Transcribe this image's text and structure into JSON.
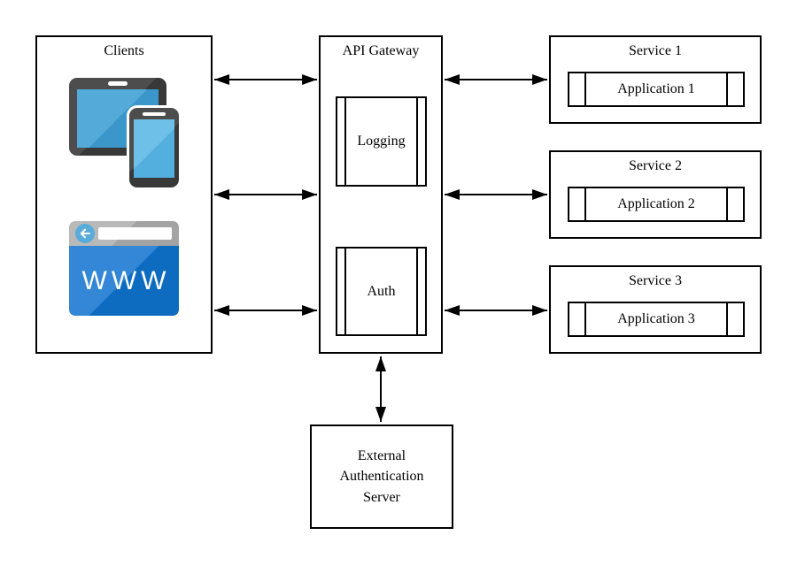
{
  "diagram": {
    "clients_box": {
      "title": "Clients",
      "browser_label": "WWW"
    },
    "api_gateway": {
      "title": "API Gateway",
      "logging_label": "Logging",
      "auth_label": "Auth"
    },
    "services": [
      {
        "title": "Service 1",
        "application": "Application 1"
      },
      {
        "title": "Service 2",
        "application": "Application 2"
      },
      {
        "title": "Service 3",
        "application": "Application 3"
      }
    ],
    "external_auth_server": {
      "title": "External Authentication Server"
    },
    "icons": {
      "devices": "tablet-and-phone",
      "browser": "www-browser",
      "back_arrow": "left-arrow-in-circle"
    },
    "colors": {
      "background": "#ffffff",
      "line": "#000000",
      "device_frame": "#424242",
      "tablet_screen": "#459fd0",
      "phone_screen": "#5fb7e5",
      "browser_bar": "#ababab",
      "browser_body": "#0d6cc0",
      "browser_back_circle": "#58acdb",
      "icon_text": "#ffffff"
    },
    "connections": [
      "clients-gateway-top",
      "clients-gateway-middle",
      "clients-gateway-bottom",
      "gateway-service1",
      "gateway-service2",
      "gateway-service3",
      "gateway-external-auth"
    ]
  }
}
